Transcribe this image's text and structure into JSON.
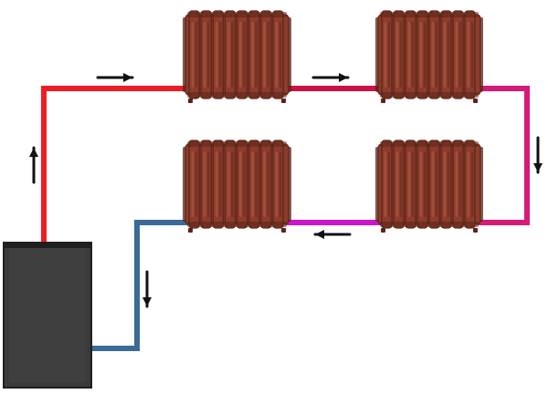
{
  "colors": {
    "background": "#ffffff",
    "supply_pipe": "#ee1c24",
    "supply_pipe_mid": "#cc1144",
    "return_pipe": "#3a6b98",
    "far_right_pipe": "#d61a78",
    "bottom_mid_pipe": "#cc16cc",
    "radiator_main": "#8b3c2c",
    "radiator_dark": "#5b2417",
    "radiator_light": "#b45b45",
    "boiler_main": "#3a3a3a",
    "boiler_dark": "#202020",
    "arrow": "#111111"
  },
  "icons": {
    "radiator": "radiator-icon",
    "boiler": "boiler-icon",
    "arrow": "arrow-icon"
  },
  "radiators": [
    {
      "id": "top-left"
    },
    {
      "id": "top-right"
    },
    {
      "id": "bottom-left"
    },
    {
      "id": "bottom-right"
    }
  ],
  "arrows": [
    {
      "id": "boiler-up",
      "direction": "up"
    },
    {
      "id": "top-left-right",
      "direction": "right"
    },
    {
      "id": "top-mid-right",
      "direction": "right"
    },
    {
      "id": "right-down",
      "direction": "down"
    },
    {
      "id": "bottom-mid-left",
      "direction": "left"
    },
    {
      "id": "return-down",
      "direction": "down"
    }
  ]
}
